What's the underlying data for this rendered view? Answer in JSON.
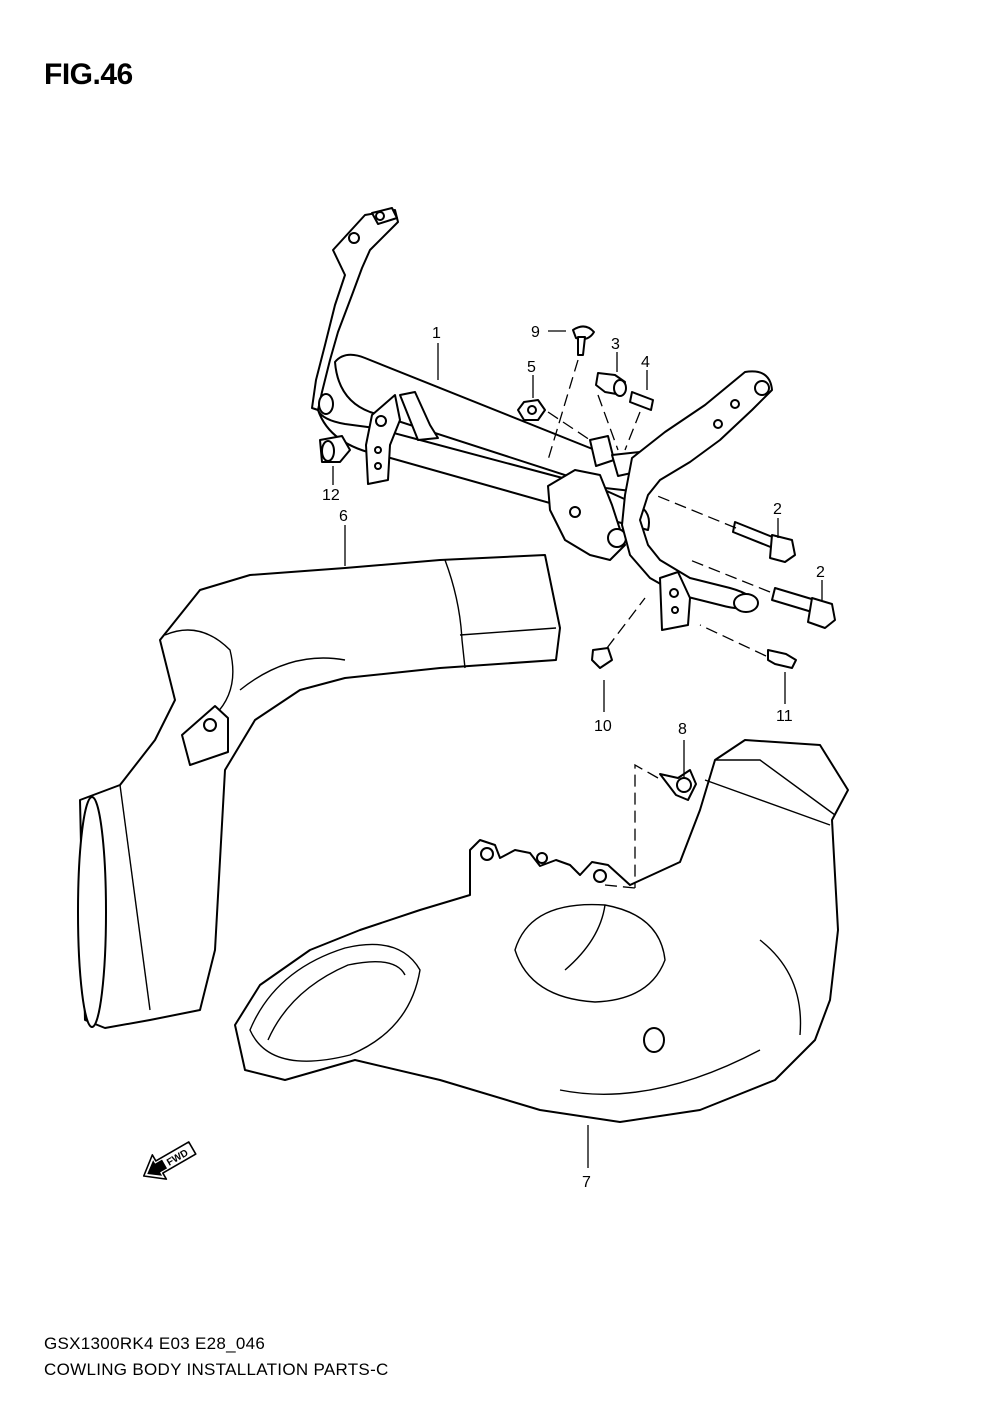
{
  "figure": {
    "title": "FIG.46"
  },
  "callouts": [
    {
      "id": "1",
      "label": "1"
    },
    {
      "id": "2a",
      "label": "2"
    },
    {
      "id": "2b",
      "label": "2"
    },
    {
      "id": "3",
      "label": "3"
    },
    {
      "id": "4",
      "label": "4"
    },
    {
      "id": "5",
      "label": "5"
    },
    {
      "id": "6",
      "label": "6"
    },
    {
      "id": "7",
      "label": "7"
    },
    {
      "id": "8",
      "label": "8"
    },
    {
      "id": "9",
      "label": "9"
    },
    {
      "id": "10",
      "label": "10"
    },
    {
      "id": "11",
      "label": "11"
    },
    {
      "id": "12",
      "label": "12"
    }
  ],
  "fwd_arrow": {
    "label": "FWD"
  },
  "footer": {
    "code": "GSX1300RK4 E03 E28_046",
    "name": "COWLING BODY INSTALLATION PARTS-C"
  }
}
